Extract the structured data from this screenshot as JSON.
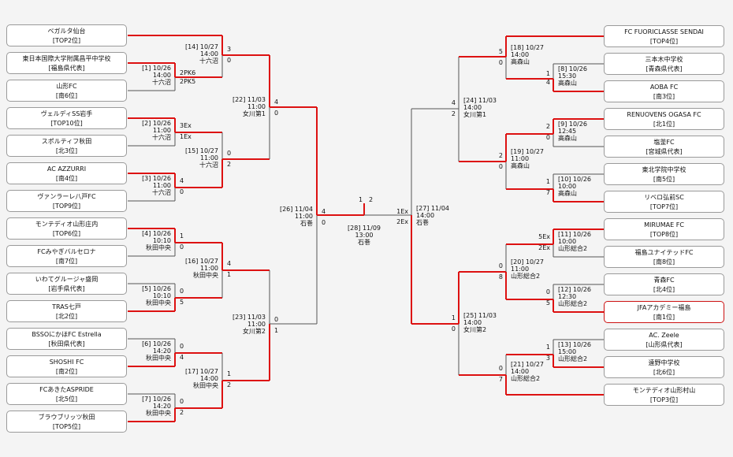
{
  "colors": {
    "winner_line": "#dd1111",
    "line": "#555555",
    "champion_border": "#cc1111"
  },
  "left_teams": [
    {
      "name": "ベガルタ仙台",
      "rank": "[TOP2位]"
    },
    {
      "name": "東日本国際大学附属昌平中学校",
      "rank": "[福島県代表]"
    },
    {
      "name": "山形FC",
      "rank": "[南6位]"
    },
    {
      "name": "ヴェルディSS岩手",
      "rank": "[TOP10位]"
    },
    {
      "name": "スポルティフ秋田",
      "rank": "[北3位]"
    },
    {
      "name": "AC AZZURRI",
      "rank": "[南4位]"
    },
    {
      "name": "ヴァンラーレ八戸FC",
      "rank": "[TOP9位]"
    },
    {
      "name": "モンテディオ山形庄内",
      "rank": "[TOP6位]"
    },
    {
      "name": "FCみやぎバルセロナ",
      "rank": "[南7位]"
    },
    {
      "name": "いわてグルージャ盛岡",
      "rank": "[岩手県代表]"
    },
    {
      "name": "TRAS七戸",
      "rank": "[北2位]"
    },
    {
      "name": "BSSOにかほFC Estrella",
      "rank": "[秋田県代表]"
    },
    {
      "name": "SHOSHI FC",
      "rank": "[南2位]"
    },
    {
      "name": "FCあきたASPRIDE",
      "rank": "[北5位]"
    },
    {
      "name": "ブラウブリッツ秋田",
      "rank": "[TOP5位]"
    }
  ],
  "right_teams": [
    {
      "name": "FC FUORICLASSE SENDAI",
      "rank": "[TOP4位]"
    },
    {
      "name": "三本木中学校",
      "rank": "[青森県代表]"
    },
    {
      "name": "AOBA FC",
      "rank": "[南3位]"
    },
    {
      "name": "RENUOVENS OGASA FC",
      "rank": "[北1位]"
    },
    {
      "name": "塩釜FC",
      "rank": "[宮城県代表]"
    },
    {
      "name": "東北学院中学校",
      "rank": "[南5位]"
    },
    {
      "name": "リベロ弘前SC",
      "rank": "[TOP7位]"
    },
    {
      "name": "MIRUMAE FC",
      "rank": "[TOP8位]"
    },
    {
      "name": "福島ユナイテッドFC",
      "rank": "[南8位]"
    },
    {
      "name": "青森FC",
      "rank": "[北4位]"
    },
    {
      "name": "JFAアカデミー福島",
      "rank": "[南1位]"
    },
    {
      "name": "AC. Zeele",
      "rank": "[山形県代表]"
    },
    {
      "name": "遠野中学校",
      "rank": "[北6位]"
    },
    {
      "name": "モンテディオ山形村山",
      "rank": "[TOP3位]"
    }
  ],
  "matches": {
    "m1": {
      "no": "[1] 10/26",
      "time": "14:00",
      "venue": "十六沼",
      "top": "2PK6",
      "bot": "2PK5"
    },
    "m2": {
      "no": "[2] 10/26",
      "time": "11:00",
      "venue": "十六沼",
      "top": "3Ex",
      "bot": "1Ex"
    },
    "m3": {
      "no": "[3] 10/26",
      "time": "11:00",
      "venue": "十六沼",
      "top": "4",
      "bot": "0"
    },
    "m4": {
      "no": "[4] 10/26",
      "time": "10:10",
      "venue": "秋田中央",
      "top": "1",
      "bot": "0"
    },
    "m5": {
      "no": "[5] 10/26",
      "time": "10:10",
      "venue": "秋田中央",
      "top": "0",
      "bot": "5"
    },
    "m6": {
      "no": "[6] 10/26",
      "time": "14:20",
      "venue": "秋田中央",
      "top": "0",
      "bot": "4"
    },
    "m7": {
      "no": "[7] 10/26",
      "time": "14:20",
      "venue": "秋田中央",
      "top": "0",
      "bot": "2"
    },
    "m8": {
      "no": "[8] 10/26",
      "time": "15:30",
      "venue": "高森山",
      "top": "1",
      "bot": "4"
    },
    "m9": {
      "no": "[9] 10/26",
      "time": "12:45",
      "venue": "高森山",
      "top": "2",
      "bot": "0"
    },
    "m10": {
      "no": "[10] 10/26",
      "time": "10:00",
      "venue": "高森山",
      "top": "1",
      "bot": "7"
    },
    "m11": {
      "no": "[11] 10/26",
      "time": "10:00",
      "venue": "山形総合2",
      "top": "5Ex",
      "bot": "2Ex"
    },
    "m12": {
      "no": "[12] 10/26",
      "time": "12:30",
      "venue": "山形総合2",
      "top": "0",
      "bot": "5"
    },
    "m13": {
      "no": "[13] 10/26",
      "time": "15:00",
      "venue": "山形総合2",
      "top": "1",
      "bot": "3"
    },
    "m14": {
      "no": "[14] 10/27",
      "time": "14:00",
      "venue": "十六沼",
      "top": "3",
      "bot": "0"
    },
    "m15": {
      "no": "[15] 10/27",
      "time": "11:00",
      "venue": "十六沼",
      "top": "0",
      "bot": "2"
    },
    "m16": {
      "no": "[16] 10/27",
      "time": "11:00",
      "venue": "秋田中央",
      "top": "4",
      "bot": "1"
    },
    "m17": {
      "no": "[17] 10/27",
      "time": "14:00",
      "venue": "秋田中央",
      "top": "1",
      "bot": "2"
    },
    "m18": {
      "no": "[18] 10/27",
      "time": "14:00",
      "venue": "高森山",
      "top": "5",
      "bot": "0"
    },
    "m19": {
      "no": "[19] 10/27",
      "time": "11:00",
      "venue": "高森山",
      "top": "2",
      "bot": "0"
    },
    "m20": {
      "no": "[20] 10/27",
      "time": "11:00",
      "venue": "山形総合2",
      "top": "0",
      "bot": "8"
    },
    "m21": {
      "no": "[21] 10/27",
      "time": "14:00",
      "venue": "山形総合2",
      "top": "0",
      "bot": "7"
    },
    "m22": {
      "no": "[22] 11/03",
      "time": "11:00",
      "venue": "女川第1",
      "top": "4",
      "bot": "0"
    },
    "m23": {
      "no": "[23] 11/03",
      "time": "11:00",
      "venue": "女川第2",
      "top": "0",
      "bot": "1"
    },
    "m24": {
      "no": "[24] 11/03",
      "time": "14:00",
      "venue": "女川第1",
      "top": "4",
      "bot": "2"
    },
    "m25": {
      "no": "[25] 11/03",
      "time": "14:00",
      "venue": "女川第2",
      "top": "1",
      "bot": "0"
    },
    "m26": {
      "no": "[26] 11/04",
      "time": "11:00",
      "venue": "石巻",
      "top": "4",
      "bot": "0"
    },
    "m27": {
      "no": "[27] 11/04",
      "time": "14:00",
      "venue": "石巻",
      "top": "1Ex",
      "bot": "2Ex"
    },
    "m28": {
      "no": "[28] 11/09",
      "time": "13:00",
      "venue": "石巻",
      "top": "1",
      "bot": "2"
    }
  }
}
